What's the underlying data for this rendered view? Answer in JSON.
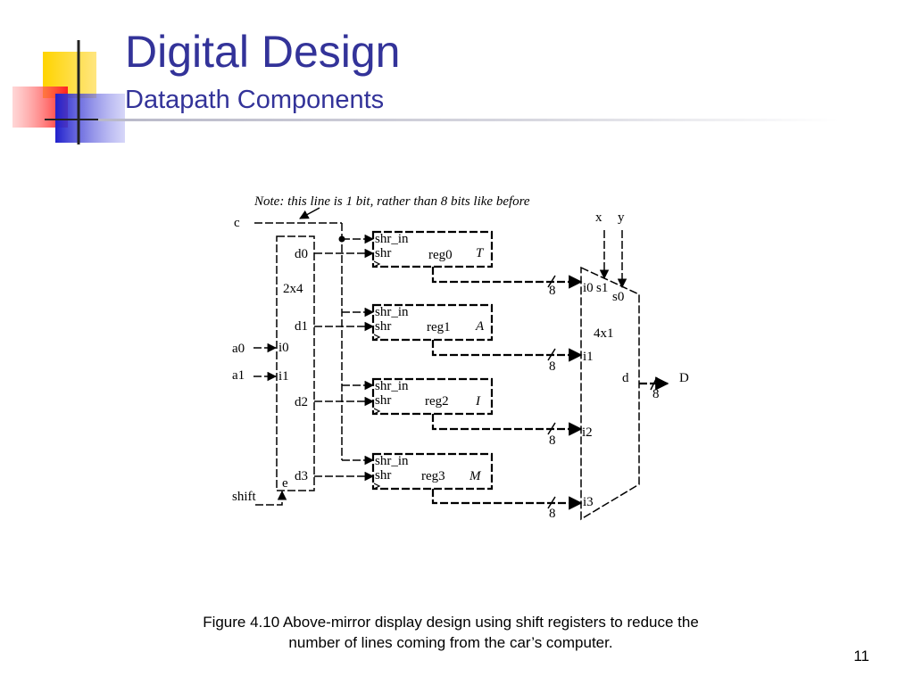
{
  "slide": {
    "title": "Digital Design",
    "subtitle": "Datapath Components",
    "page_number": "11",
    "caption_line1": "Figure 4.10 Above-mirror display design using shift registers to reduce the",
    "caption_line2": "number of lines coming from the car’s computer."
  },
  "diagram": {
    "note": "Note: this line is 1 bit, rather than 8 bits like before",
    "inputs": {
      "c": "c",
      "a0": "a0",
      "a1": "a1",
      "shift": "shift",
      "x": "x",
      "y": "y"
    },
    "decoder": {
      "name": "2x4",
      "in0": "i0",
      "in1": "i1",
      "out0": "d0",
      "out1": "d1",
      "out2": "d2",
      "out3": "d3",
      "enable": "e"
    },
    "registers": [
      {
        "shr_in": "shr_in",
        "shr": "shr",
        "name": "reg0",
        "label": "T"
      },
      {
        "shr_in": "shr_in",
        "shr": "shr",
        "name": "reg1",
        "label": "A"
      },
      {
        "shr_in": "shr_in",
        "shr": "shr",
        "name": "reg2",
        "label": "I"
      },
      {
        "shr_in": "shr_in",
        "shr": "shr",
        "name": "reg3",
        "label": "M"
      }
    ],
    "mux": {
      "name": "4x1",
      "in0": "i0",
      "in1": "i1",
      "in2": "i2",
      "in3": "i3",
      "sel1": "s1",
      "sel0": "s0",
      "out": "d"
    },
    "bus_width": "8",
    "output": "D"
  },
  "colors": {
    "heading": "#333399",
    "logo_yellow": "#ffcc00",
    "logo_red": "#ff3333",
    "logo_blue": "#3333cc"
  }
}
